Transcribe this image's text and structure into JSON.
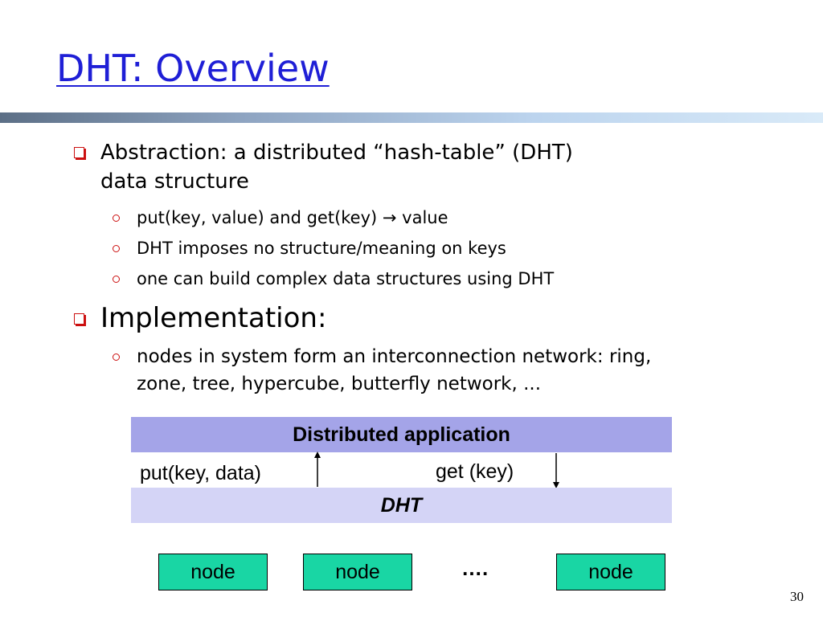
{
  "slide": {
    "title": "DHT: Overview",
    "page_number": "30"
  },
  "bullets": {
    "abstraction": {
      "line1": "Abstraction: a distributed “hash-table” (DHT)",
      "line2": "data structure",
      "subs": [
        "put(key, value) and get(key) → value",
        "DHT imposes no structure/meaning on keys",
        "one can build complex data structures using DHT"
      ]
    },
    "implementation": {
      "heading": "Implementation:",
      "sub_line1": "nodes in system form an interconnection network: ring,",
      "sub_line2": "zone, tree, hypercube, butterfly network, ..."
    }
  },
  "diagram": {
    "app_layer": "Distributed application",
    "dht_layer": "DHT",
    "put_call": "put(key, data)",
    "get_call": "get (key)",
    "nodes": [
      "node",
      "node",
      "node"
    ],
    "ellipsis": "…."
  },
  "colors": {
    "title": "#1f1fd6",
    "bullet_marker": "#cc1010",
    "app_band": "#a4a4e8",
    "dht_band": "#d4d4f6",
    "node_fill": "#19d6a4"
  }
}
